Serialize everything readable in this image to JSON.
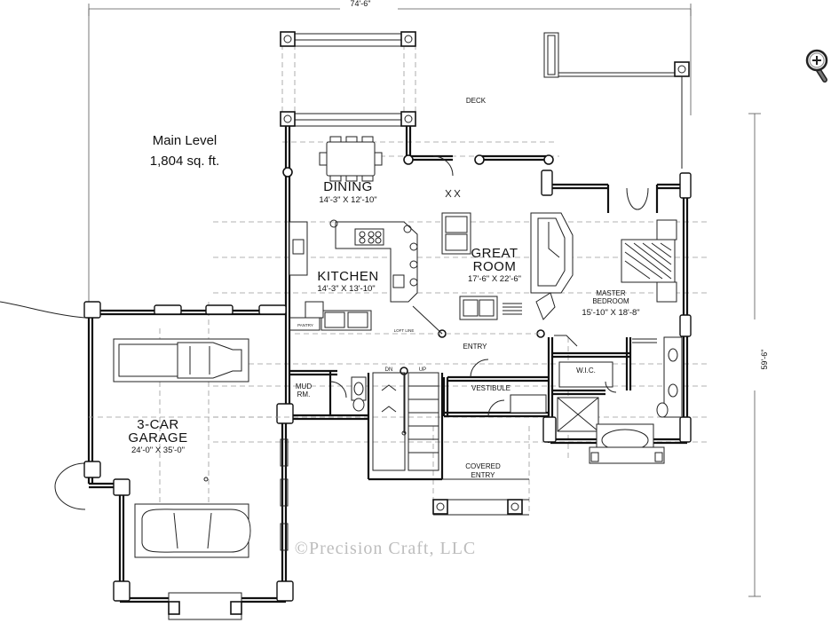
{
  "plan": {
    "level_label": "Main Level",
    "area_label": "1,804 sq. ft.",
    "overall_width": "74'-6\"",
    "overall_depth": "59'-6\"",
    "watermark": "©Precision Craft, LLC",
    "zoom_icon": "magnifier-plus-icon"
  },
  "rooms": {
    "deck": "DECK",
    "dining": {
      "name": "DINING",
      "dims": "14'-3\" X 12'-10\""
    },
    "kitchen": {
      "name": "KITCHEN",
      "dims": "14'-3\" X 13'-10\""
    },
    "great_room": {
      "name_line1": "GREAT",
      "name_line2": "ROOM",
      "dims": "17'-6\" X 22'-6\""
    },
    "master_bedroom": {
      "name_line1": "MASTER",
      "name_line2": "BEDROOM",
      "dims": "15'-10\" X 18'-8\""
    },
    "pantry": "PANTRY",
    "loft_line": "LOFT LINE",
    "entry": "ENTRY",
    "wic": "W.I.C.",
    "mud_room_line1": "MUD",
    "mud_room_line2": "RM.",
    "stair_dn": "DN",
    "stair_up": "UP",
    "vestibule": "VESTIBULE",
    "covered_entry_line1": "COVERED",
    "covered_entry_line2": "ENTRY",
    "garage": {
      "name_line1": "3-CAR",
      "name_line2": "GARAGE",
      "dims": "24'-0\" X 35'-0\""
    }
  }
}
